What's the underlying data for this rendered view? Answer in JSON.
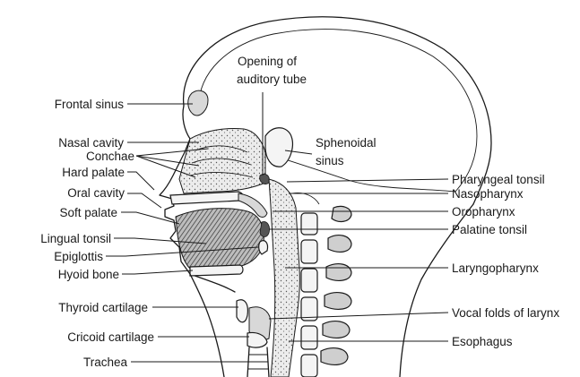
{
  "labels": {
    "frontal_sinus": "Frontal sinus",
    "nasal_cavity": "Nasal cavity",
    "conchae": "Conchae",
    "hard_palate": "Hard palate",
    "oral_cavity": "Oral cavity",
    "soft_palate": "Soft palate",
    "lingual_tonsil": "Lingual tonsil",
    "epiglottis": "Epiglottis",
    "hyoid_bone": "Hyoid bone",
    "thyroid_cartilage": "Thyroid cartilage",
    "cricoid_cartilage": "Cricoid cartilage",
    "trachea": "Trachea",
    "opening_line1": "Opening of",
    "opening_line2": "auditory tube",
    "sphenoidal_line1": "Sphenoidal",
    "sphenoidal_line2": "sinus",
    "pharyngeal_tonsil": "Pharyngeal tonsil",
    "nasopharynx": "Nasopharynx",
    "oropharynx": "Oropharynx",
    "palatine_tonsil": "Palatine tonsil",
    "laryngopharynx": "Laryngopharynx",
    "vocal_folds": "Vocal folds of larynx",
    "esophagus": "Esophagus"
  }
}
